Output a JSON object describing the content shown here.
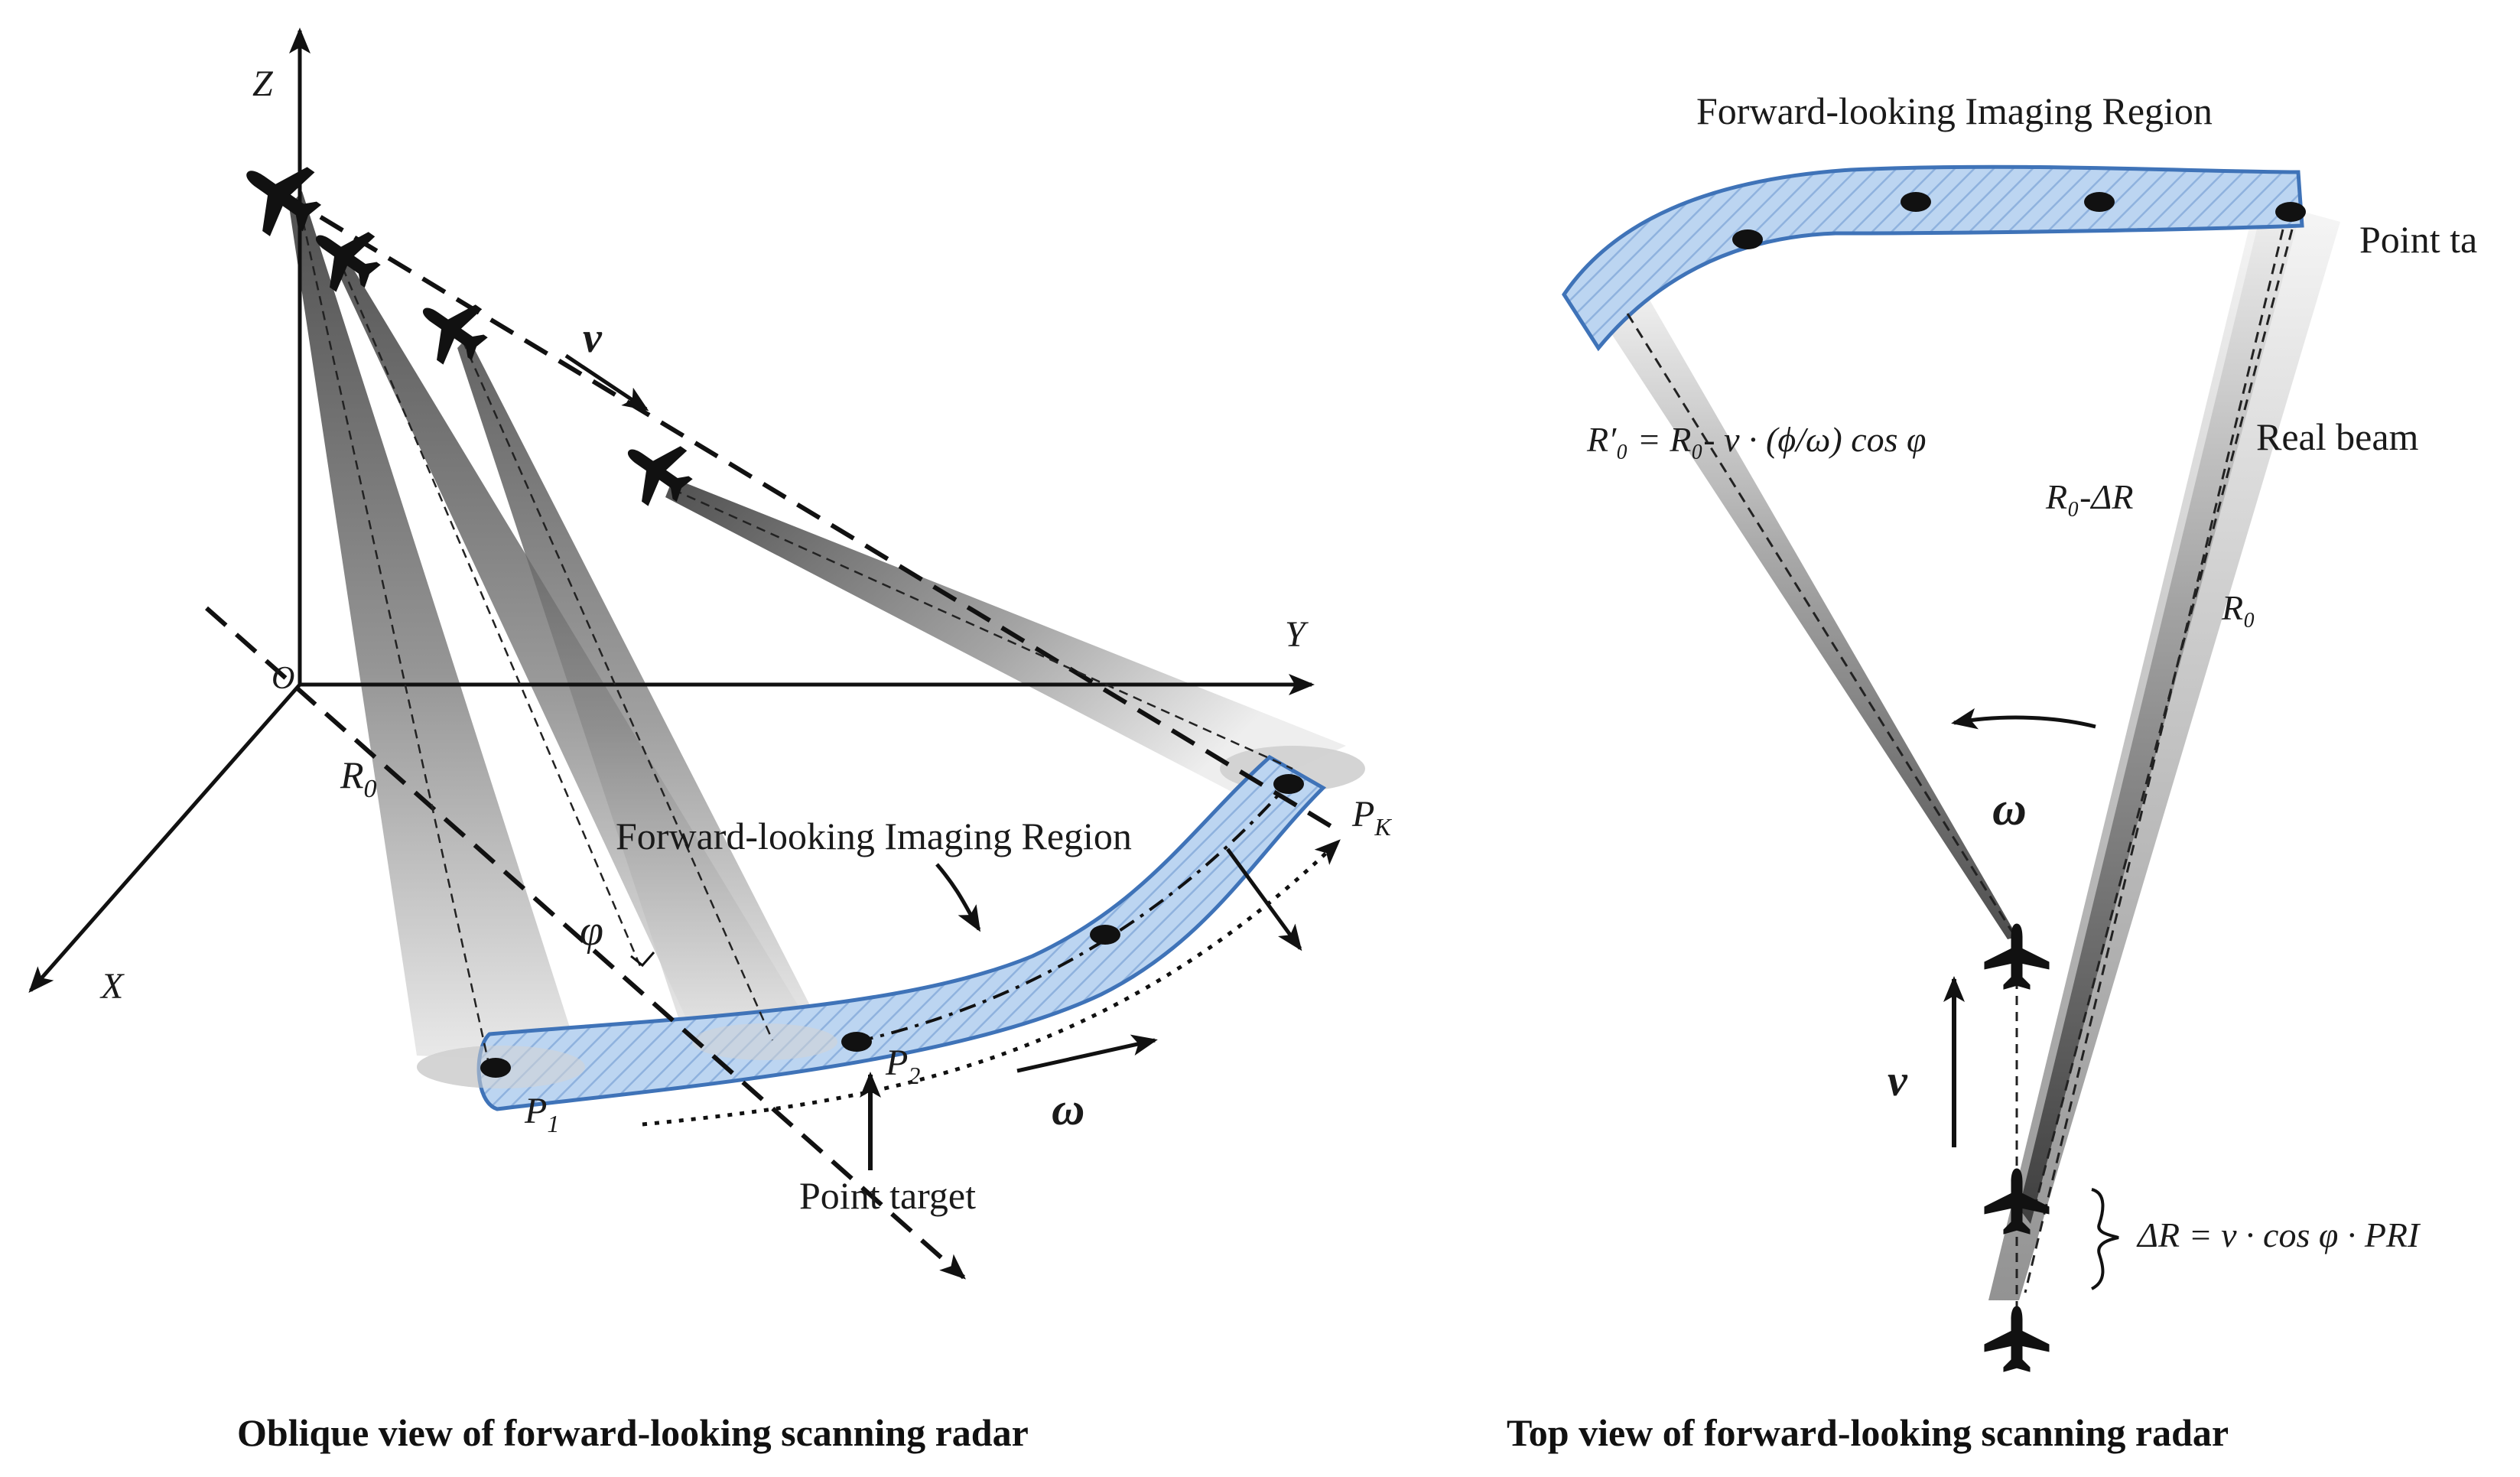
{
  "left_panel": {
    "caption": "Oblique view of forward-looking scanning radar",
    "axis_z": "Z",
    "axis_y": "Y",
    "axis_x": "X",
    "origin": "O",
    "velocity": "v",
    "omega": "ω",
    "range": "R",
    "range_sub": "0",
    "angle": "φ",
    "region_label": "Forward-looking Imaging Region",
    "p1": "P",
    "p1_sub": "1",
    "p2": "P",
    "p2_sub": "2",
    "pk": "P",
    "pk_sub": "K",
    "point_target": "Point target"
  },
  "right_panel": {
    "caption": "Top view of forward-looking scanning radar",
    "region_label": "Forward-looking Imaging Region",
    "point_target": "Point ta",
    "real_beam": "Real beam",
    "omega": "ω",
    "velocity": "v",
    "r0_minus_dr": "R₀-ΔR",
    "r0": "R₀",
    "r0_prime_eq": "R′₀ = R₀- v · (ϕ/ω) cos φ",
    "delta_r_eq": "ΔR = v · cos φ · PRI"
  },
  "colors": {
    "region_fill": "#b9d3f0",
    "region_stroke": "#3f73b8",
    "beam_dark": "#4a4a4a",
    "beam_light": "#e6e6e6"
  }
}
